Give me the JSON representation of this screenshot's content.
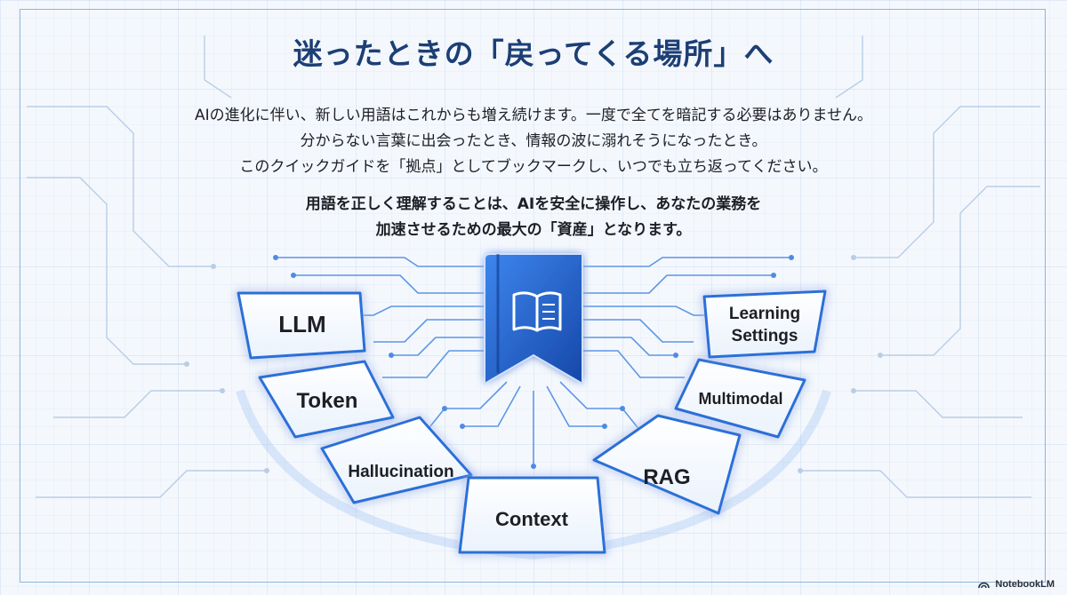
{
  "title": "迷ったときの「戻ってくる場所」へ",
  "body_lines": [
    "AIの進化に伴い、新しい用語はこれからも増え続けます。一度で全てを暗記する必要はありません。",
    "分からない言葉に出会ったとき、情報の波に溺れそうになったとき。",
    "このクイックガイドを「拠点」としてブックマークし、いつでも立ち返ってください。"
  ],
  "emphasis_lines": [
    "用語を正しく理解することは、AIを安全に操作し、あなたの業務を",
    "加速させるための最大の「資産」となります。"
  ],
  "terms": {
    "llm": "LLM",
    "token": "Token",
    "hallucination": "Hallucination",
    "context": "Context",
    "rag": "RAG",
    "multimodal": "Multimodal",
    "learning_1": "Learning",
    "learning_2": "Settings"
  },
  "icons": {
    "center": "bookmark-book-icon",
    "brand": "notebooklm-logo-icon"
  },
  "colors": {
    "title": "#1c3f74",
    "accent": "#2c6fd8",
    "grid": "#c9dbef",
    "bookmark": "#1f5fc7"
  },
  "brand": {
    "label": "NotebookLM"
  }
}
